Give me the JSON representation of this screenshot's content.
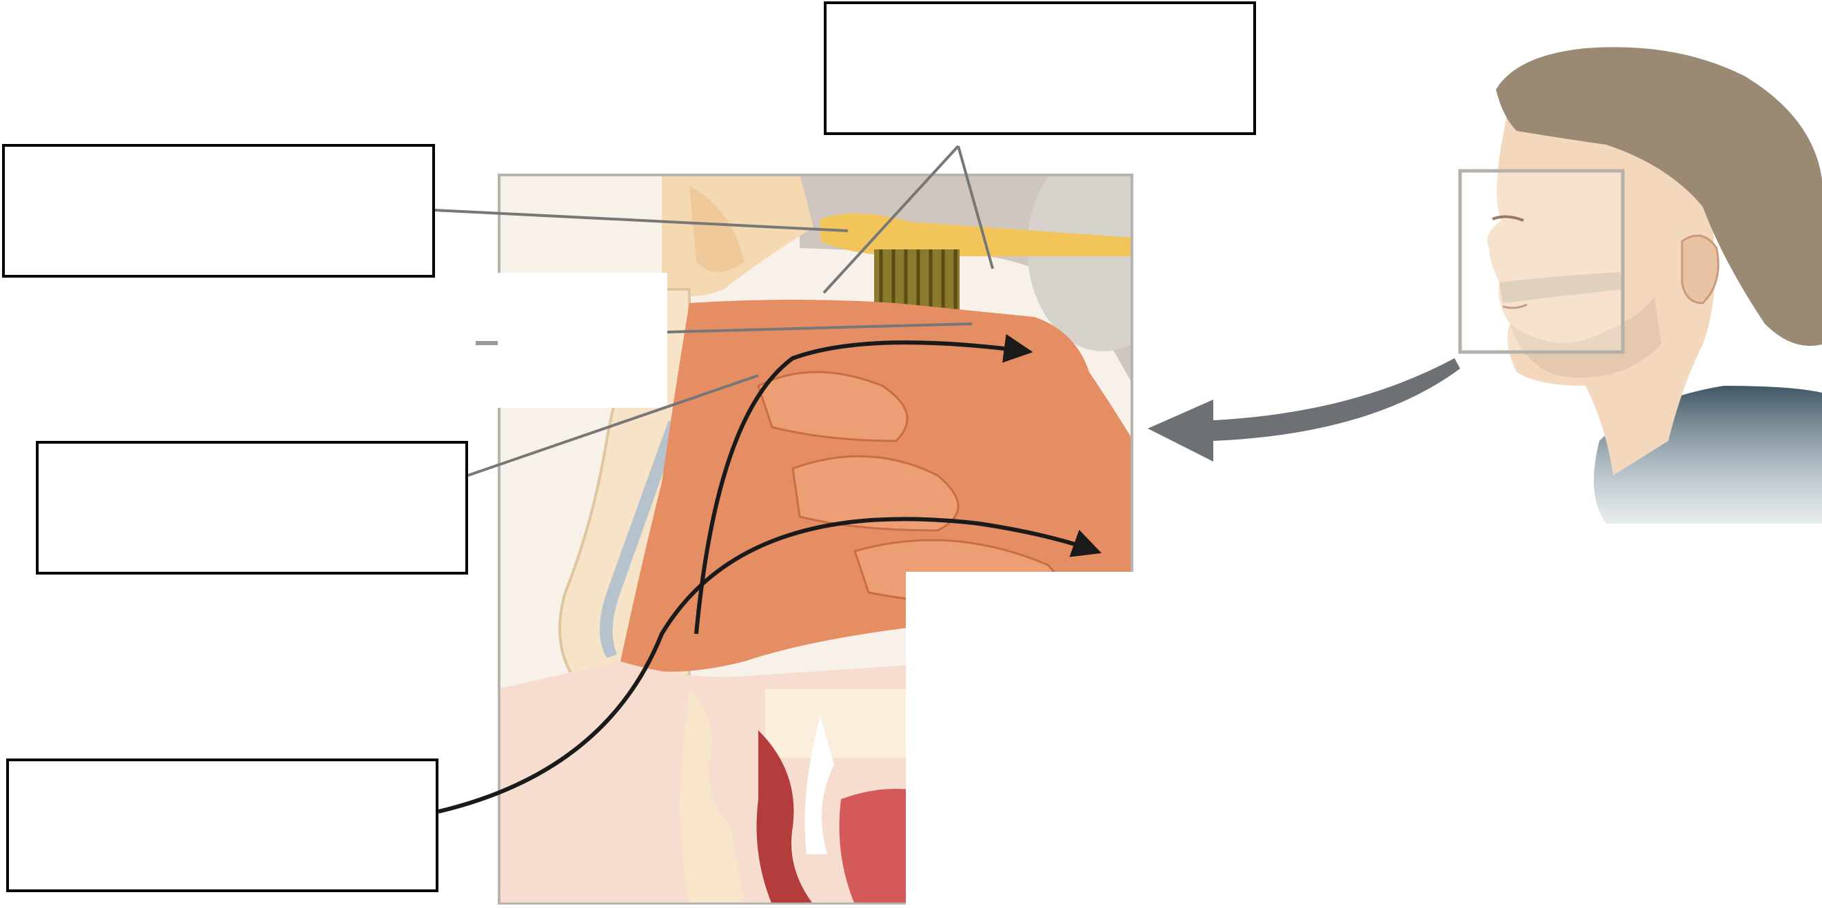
{
  "diagram": {
    "label_boxes": [
      {
        "id": "box-top",
        "text": ""
      },
      {
        "id": "box-left-1",
        "text": ""
      },
      {
        "id": "box-left-2",
        "text": ""
      },
      {
        "id": "box-left-3",
        "text": ""
      }
    ]
  }
}
